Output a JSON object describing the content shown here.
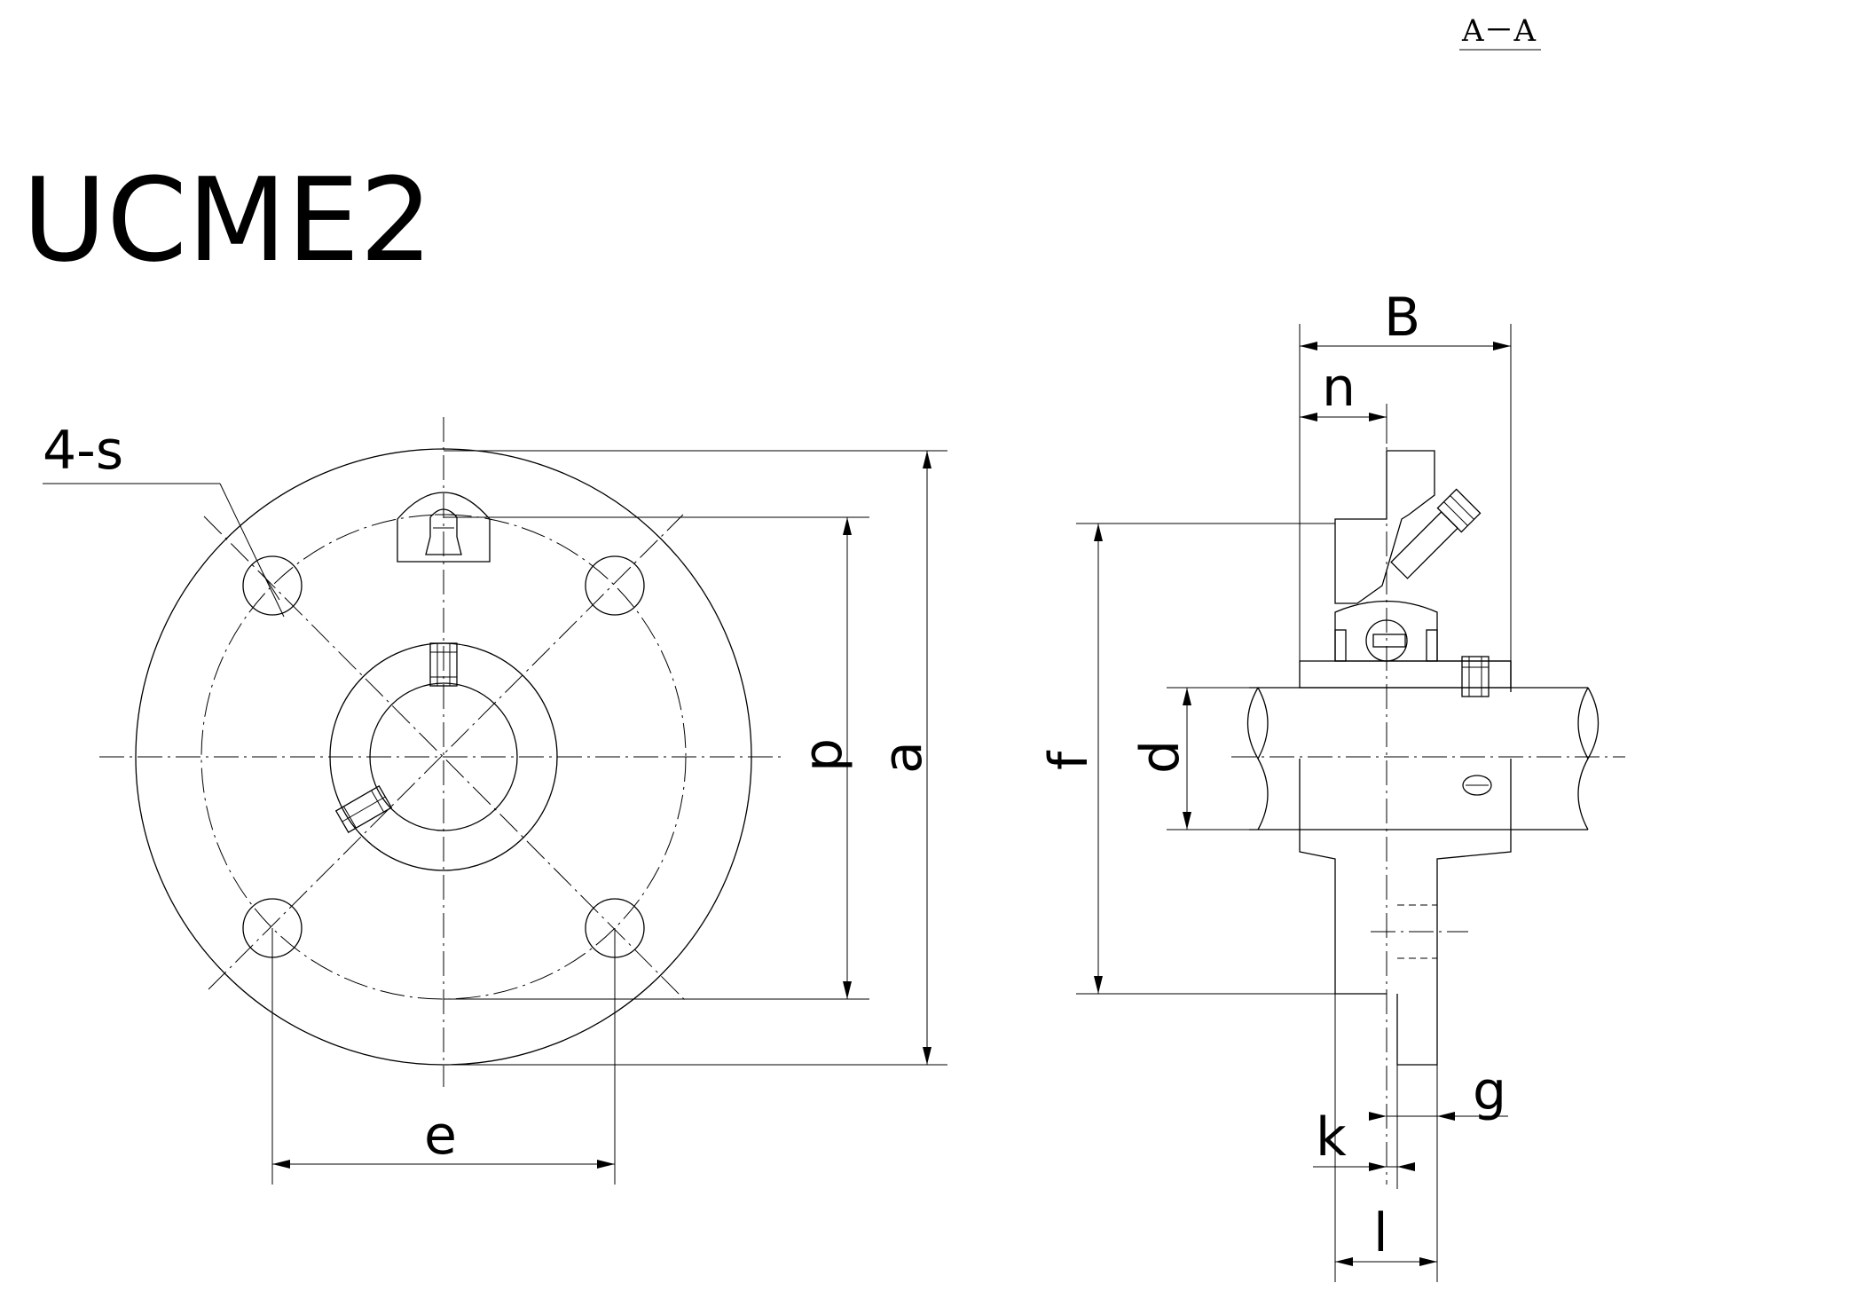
{
  "title": "UCME2",
  "section_label": "A－A",
  "front_view": {
    "hole_callout": "4-s",
    "dims": {
      "bolt_spacing": "e",
      "pitch_circle": "p",
      "outer_diameter": "a"
    }
  },
  "side_view": {
    "dims": {
      "width": "B",
      "offset": "n",
      "flange_height": "f",
      "bore": "d",
      "gap": "g",
      "thickness": "k",
      "length": "l"
    }
  }
}
